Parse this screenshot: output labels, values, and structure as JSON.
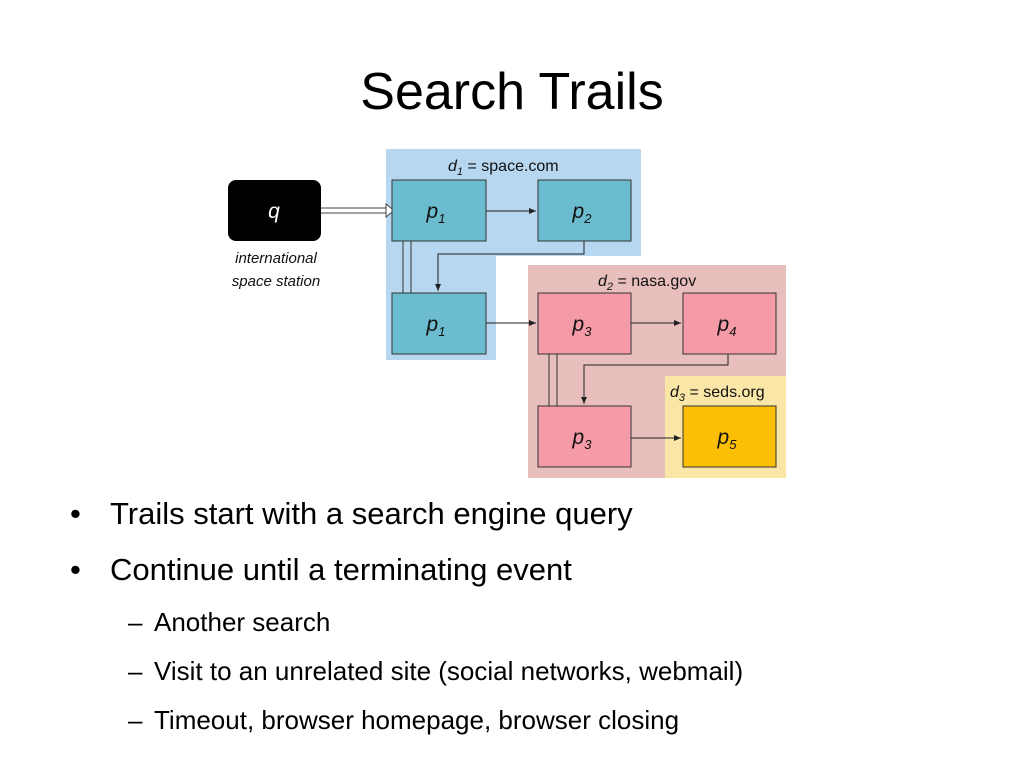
{
  "slide": {
    "title": "Search Trails",
    "bullets": [
      {
        "level": 1,
        "marker": "•",
        "text": "Trails start with a search engine query"
      },
      {
        "level": 1,
        "marker": "•",
        "text": "Continue until a terminating event"
      },
      {
        "level": 2,
        "marker": "–",
        "text": "Another search"
      },
      {
        "level": 2,
        "marker": "–",
        "text": "Visit to an unrelated site (social networks, webmail)"
      },
      {
        "level": 2,
        "marker": "–",
        "text": "Timeout, browser homepage, browser closing"
      }
    ]
  },
  "diagram": {
    "query": {
      "label": "q",
      "caption_line1": "international",
      "caption_line2": "space station"
    },
    "domains": [
      {
        "letter": "d",
        "sub": "1",
        "rest": " = space.com",
        "color": "#b7d7f0"
      },
      {
        "letter": "d",
        "sub": "2",
        "rest": " = nasa.gov",
        "color": "#e8bfbd"
      },
      {
        "letter": "d",
        "sub": "3",
        "rest": " = seds.org",
        "color": "#fae6a6"
      }
    ],
    "pages": [
      {
        "letter": "p",
        "sub": "1",
        "color": "#6bbccf"
      },
      {
        "letter": "p",
        "sub": "2",
        "color": "#6bbccf"
      },
      {
        "letter": "p",
        "sub": "1",
        "color": "#6bbccf"
      },
      {
        "letter": "p",
        "sub": "3",
        "color": "#f59aa7"
      },
      {
        "letter": "p",
        "sub": "4",
        "color": "#f59aa7"
      },
      {
        "letter": "p",
        "sub": "3",
        "color": "#f59aa7"
      },
      {
        "letter": "p",
        "sub": "5",
        "color": "#fdbf05"
      }
    ]
  }
}
